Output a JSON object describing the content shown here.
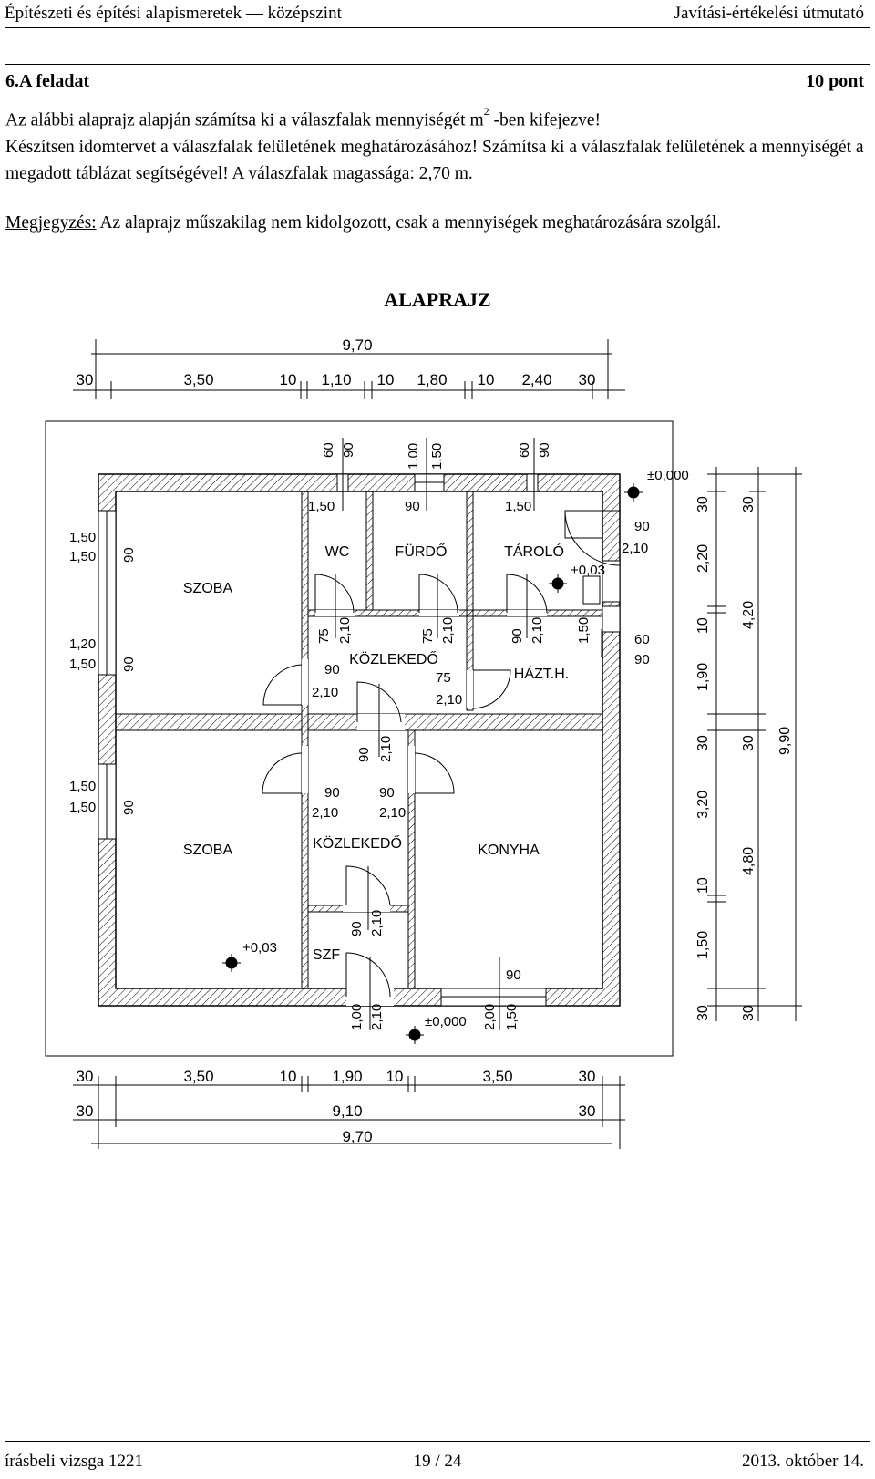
{
  "header": {
    "left": "Építészeti és építési alapismeretek — középszint",
    "right": "Javítási-értékelési útmutató"
  },
  "task": {
    "title": "6.A feladat",
    "points": "10 pont",
    "line1_pre": "Az alábbi alaprajz alapján számítsa ki a válaszfalak mennyiségét m",
    "line1_sup": "2",
    "line1_post": " -ben kifejezve!",
    "line2": "Készítsen idomtervet a válaszfalak felületének meghatározásához! Számítsa ki a válaszfalak felületének a mennyiségét a megadott táblázat segítségével! A válaszfalak magassága: 2,70 m.",
    "note_label": "Megjegyzés:",
    "note_text": " Az alaprajz műszakilag nem kidolgozott, csak a mennyiségek meghatározására szolgál."
  },
  "drawing": {
    "title": "ALAPRAJZ",
    "dims_top_total": "9,70",
    "dims_top": [
      "30",
      "3,50",
      "10",
      "1,10",
      "10",
      "1,80",
      "10",
      "2,40",
      "30"
    ],
    "dims_bottom": [
      "30",
      "3,50",
      "10",
      "1,90",
      "10",
      "3,50",
      "30"
    ],
    "dims_bottom2": [
      "30",
      "9,10",
      "30"
    ],
    "dims_bottom_total": "9,70",
    "dims_right1": [
      "30",
      "2,20",
      "10",
      "1,90",
      "30",
      "3,20",
      "10",
      "1,50",
      "30"
    ],
    "dims_right2": [
      "30",
      "4,20",
      "30",
      "4,80",
      "30"
    ],
    "dims_right_total": "9,90",
    "rooms": {
      "szoba1": "SZOBA",
      "szoba2": "SZOBA",
      "wc": "WC",
      "furdo": "FÜRDŐ",
      "tarolo": "TÁROLÓ",
      "kozleke1": "KÖZLEKEDŐ",
      "kozleke2": "KÖZLEKEDŐ",
      "hazt": "HÁZT.H.",
      "konyha": "KONYHA",
      "szf": "SZF"
    },
    "levels": {
      "top_right": "±0,000",
      "tarolo": "+0,03",
      "szoba": "+0,03",
      "bottom": "±0,000"
    },
    "openings": {
      "top_wc_w": "60",
      "top_wc_h": "90",
      "top_furdo_w": "1,00",
      "top_furdo_h": "1,50",
      "top_tarolo_w": "60",
      "top_tarolo_h": "90",
      "wc_sill": "1,50",
      "furdo_sill": "90",
      "tarolo_sill": "1,50",
      "win_left1_a": "1,50",
      "win_left1_b": "1,50",
      "win_left1_c": "90",
      "win_left2_a": "1,20",
      "win_left2_b": "1,50",
      "win_left2_c": "90",
      "win_left3_a": "1,50",
      "win_left3_b": "1,50",
      "win_left3_c": "90",
      "door_right_w": "90",
      "door_right_h": "2,10",
      "win_right_w": "60",
      "win_right_h": "90",
      "wc_door_w": "75",
      "wc_door_h": "2,10",
      "furdo_door_w": "75",
      "furdo_door_h": "2,10",
      "tarolo_door_w": "90",
      "tarolo_door_h": "2,10",
      "hazt_win_w": "1,50",
      "kozl_door1_w": "90",
      "kozl_door1_h": "2,10",
      "kozl_door2_w": "75",
      "kozl_door2_h": "2,10",
      "kozl_mid_w": "90",
      "kozl_mid_h": "2,10",
      "kozl2_left_w": "90",
      "kozl2_left_h": "2,10",
      "kozl2_right_w": "90",
      "kozl2_right_h": "2,10",
      "szf_door_w": "90",
      "szf_door_h": "2,10",
      "entry_w": "1,00",
      "entry_h": "2,10",
      "kitchen_win_w": "2,00",
      "kitchen_win_h": "1,50",
      "kitchen_sill": "90"
    }
  },
  "footer": {
    "left": "írásbeli vizsga 1221",
    "center": "19 / 24",
    "right": "2013. október 14."
  }
}
